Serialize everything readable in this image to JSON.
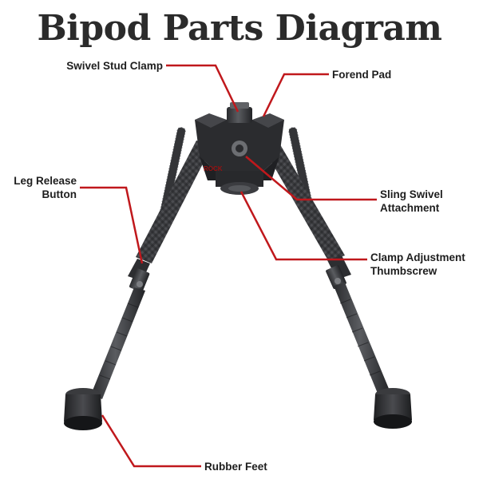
{
  "title": "Bipod Parts Diagram",
  "brand_mark": "ROCK",
  "colors": {
    "leader": "#c0181c",
    "title": "#2b2b2b",
    "label": "#1e1e1e"
  },
  "parts": [
    {
      "id": "swivel-stud-clamp",
      "lines": [
        "Swivel Stud Clamp"
      ]
    },
    {
      "id": "forend-pad",
      "lines": [
        "Forend Pad"
      ]
    },
    {
      "id": "leg-release-button",
      "lines": [
        "Leg Release",
        "Button"
      ]
    },
    {
      "id": "sling-swivel-attachment",
      "lines": [
        "Sling Swivel",
        "Attachment"
      ]
    },
    {
      "id": "clamp-adjustment-thumbscrew",
      "lines": [
        "Clamp Adjustment",
        "Thumbscrew"
      ]
    },
    {
      "id": "rubber-feet",
      "lines": [
        "Rubber Feet"
      ]
    }
  ]
}
